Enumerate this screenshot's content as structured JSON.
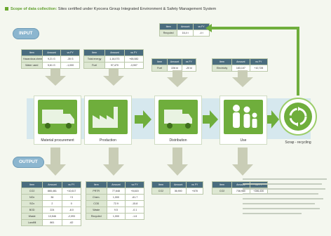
{
  "header": {
    "lead": "Scope of data collection:",
    "rest": "Sites certified under Kyocera Group Integrated Environment & Safety Management System"
  },
  "labels": {
    "input": "INPUT",
    "output": "OUTPUT"
  },
  "stages": [
    {
      "label": "Material procurement",
      "icon": "truck-icon"
    },
    {
      "label": "Production",
      "icon": "factory-icon"
    },
    {
      "label": "Distribution",
      "icon": "delivery-truck-icon"
    },
    {
      "label": "Use",
      "icon": "people-icon"
    },
    {
      "label": "Scrap - recycling",
      "icon": "recycle-icon"
    }
  ],
  "tables": {
    "in_material": {
      "head": [
        "Item",
        "Amount",
        "vs FY"
      ],
      "rows": [
        [
          "Hazardous chem.",
          "9,21 G",
          "-35 G"
        ],
        [
          "Water used",
          "5,61 G",
          "-1,000"
        ]
      ]
    },
    "in_production": {
      "head": [
        "Item",
        "Amount",
        "vs FY"
      ],
      "rows": [
        [
          "Total energy",
          "1,16,073",
          "+65,082"
        ],
        [
          "Fuel",
          "97,470",
          "-3,907"
        ]
      ]
    },
    "in_distribution": {
      "head": [
        "Item",
        "Amount",
        "vs FY"
      ],
      "rows": [
        [
          "Fuel",
          "226 kl",
          "-20 kl"
        ]
      ]
    },
    "in_use": {
      "head": [
        "Item",
        "Amount",
        "vs FY"
      ],
      "rows": [
        [
          "Electricity",
          "183,107",
          "+10,728"
        ]
      ]
    },
    "in_recycle": {
      "head": [
        "Item",
        "Amount",
        "vs FY"
      ],
      "rows": [
        [
          "Recycled",
          "16,4 t",
          "-4 t"
        ]
      ]
    },
    "out_material": {
      "head": [
        "Item",
        "Amount",
        "vs FY"
      ],
      "rows": [
        [
          "CO2",
          "865,461",
          "+10,617"
        ],
        [
          "NOx",
          "36",
          "+3"
        ],
        [
          "SOx",
          "2",
          "0"
        ],
        [
          "BOD",
          "224",
          "-8.0"
        ],
        [
          "Waste",
          "13,546",
          "-2,093"
        ],
        [
          "Landfill",
          "861",
          "-62"
        ]
      ]
    },
    "out_production": {
      "head": [
        "Item",
        "Amount",
        "vs FY"
      ],
      "rows": [
        [
          "PRTR",
          "77,648",
          "+8,615"
        ],
        [
          "Chem.",
          "1,000",
          "-61.7"
        ],
        [
          "COD",
          "72.9",
          "-15.8"
        ],
        [
          "Waste",
          "9.5",
          "-0.1"
        ],
        [
          "Recycled",
          "1,000",
          "-1.6"
        ]
      ]
    },
    "out_distribution": {
      "head": [
        "Item",
        "Amount",
        "vs FY"
      ],
      "rows": [
        [
          "CO2",
          "36,900",
          "+678"
        ]
      ]
    },
    "out_use": {
      "head": [
        "Item",
        "Amount",
        "vs FY"
      ],
      "rows": [
        [
          "CO2",
          "738,980",
          "+286,430"
        ]
      ]
    }
  },
  "colors": {
    "green": "#6fae3c",
    "arrow": "#6fae3c",
    "pill": "#8cb6cf",
    "table_head": "#4a6c7e",
    "band": "#d6e8ee",
    "down_arrow": "#c9cdb6"
  }
}
